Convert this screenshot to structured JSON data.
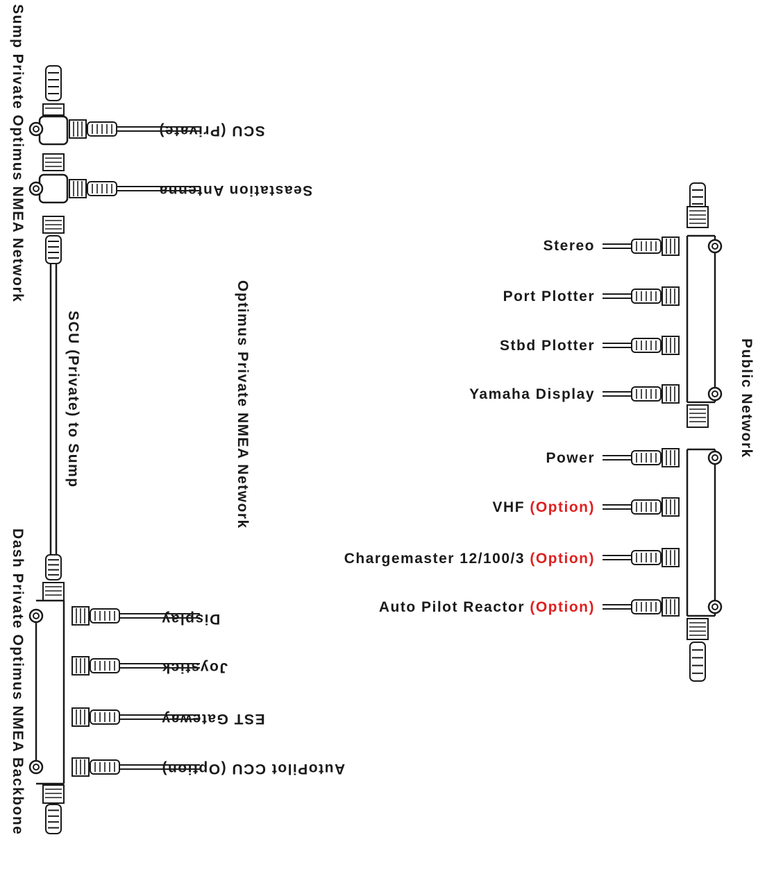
{
  "left_network": {
    "sump_title": "Sump Private Optimus NMEA Network",
    "dash_title": "Dash Private Optimus NMEA Backbone",
    "cable_label": "SCU (Private) to Sump",
    "center_title": "Optimus Private NMEA Network",
    "sump_devices": [
      "SCU (Private)",
      "Seastation Antenna"
    ],
    "dash_devices": [
      "Display",
      "Joystick",
      "EST Gateway",
      "AutoPilot CCU (Option)"
    ]
  },
  "public_network": {
    "title": "Public Network",
    "upper_devices": [
      {
        "name": "Stereo",
        "option": ""
      },
      {
        "name": "Port Plotter",
        "option": ""
      },
      {
        "name": "Stbd Plotter",
        "option": ""
      },
      {
        "name": "Yamaha Display",
        "option": ""
      }
    ],
    "lower_devices": [
      {
        "name": "Power",
        "option": ""
      },
      {
        "name": "VHF",
        "option": "(Option)"
      },
      {
        "name": "Chargemaster 12/100/3",
        "option": "(Option)"
      },
      {
        "name": "Auto Pilot Reactor",
        "option": "(Option)"
      }
    ]
  },
  "colors": {
    "line": "#1a1a1a",
    "option": "#e02020"
  }
}
